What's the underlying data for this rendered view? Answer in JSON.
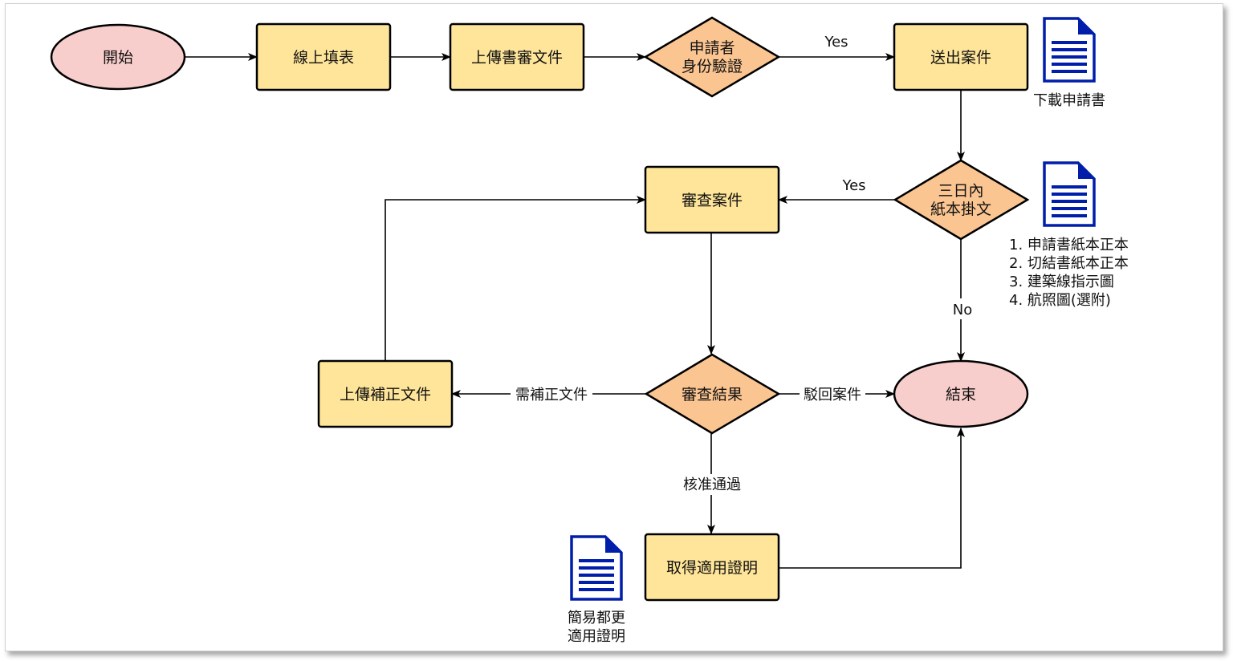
{
  "nodes": {
    "start": "開始",
    "fill_form": "線上填表",
    "upload_docs": "上傳書審文件",
    "verify_identity_line1": "申請者",
    "verify_identity_line2": "身份驗證",
    "submit_case": "送出案件",
    "mail_check_line1": "三日內",
    "mail_check_line2": "紙本掛文",
    "review_case": "審查案件",
    "review_result": "審查結果",
    "upload_corrections": "上傳補正文件",
    "end": "結束",
    "get_certificate": "取得適用證明"
  },
  "edge_labels": {
    "identity_yes": "Yes",
    "mail_yes": "Yes",
    "mail_no": "No",
    "needs_correction": "需補正文件",
    "rejected": "駁回案件",
    "approved": "核准通過"
  },
  "documents": {
    "download_form": "下載申請書",
    "paper_docs": [
      "1. 申請書紙本正本",
      "2. 切結書紙本正本",
      "3. 建築線指示圖",
      "4. 航照圖(選附)"
    ],
    "certificate_line1": "簡易都更",
    "certificate_line2": "適用證明"
  },
  "colors": {
    "terminal_fill": "#f8cecc",
    "process_fill": "#fee599",
    "decision_fill": "#fbc592",
    "doc_icon": "#001eaa",
    "stroke": "#000000"
  }
}
